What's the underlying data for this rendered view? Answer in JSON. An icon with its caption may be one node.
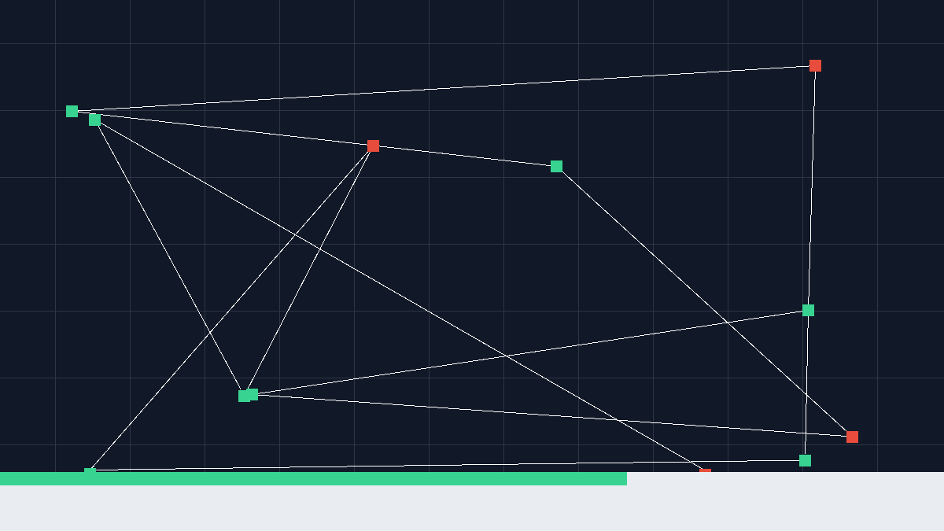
{
  "diagram": {
    "nodes": [
      {
        "text": [],
        "shape": "box"
      },
      {
        "text": [],
        "shape": "box"
      },
      {
        "text": [],
        "shape": "box"
      },
      {
        "text": [],
        "shape": "box"
      },
      {
        "text": [],
        "shape": "box"
      },
      {
        "text": [],
        "shape": "box"
      },
      {
        "text": [],
        "shape": "box"
      },
      {
        "text": [],
        "shape": "box"
      },
      {
        "text": [],
        "shape": "box"
      },
      {
        "text": [],
        "shape": "box"
      },
      {
        "text": [],
        "shape": "box"
      },
      {
        "text": [],
        "shape": "box"
      }
    ],
    "edges": [
      {
        "from": 0,
        "to": 4,
        "arrow": "none"
      },
      {
        "from": 0,
        "to": 2,
        "arrow": "none"
      },
      {
        "from": 2,
        "to": 3,
        "arrow": "none"
      },
      {
        "from": 1,
        "to": 6,
        "arrow": "none"
      },
      {
        "from": 1,
        "to": 11,
        "arrow": "none"
      },
      {
        "from": 2,
        "to": 6,
        "arrow": "none"
      },
      {
        "from": 2,
        "to": 10,
        "arrow": "none"
      },
      {
        "from": 3,
        "to": 8,
        "arrow": "none"
      },
      {
        "from": 4,
        "to": 5,
        "arrow": "none"
      },
      {
        "from": 5,
        "to": 9,
        "arrow": "none"
      },
      {
        "from": 5,
        "to": 7,
        "arrow": "none"
      },
      {
        "from": 7,
        "to": 8,
        "arrow": "none"
      },
      {
        "from": 9,
        "to": 10,
        "arrow": "none"
      }
    ]
  }
}
